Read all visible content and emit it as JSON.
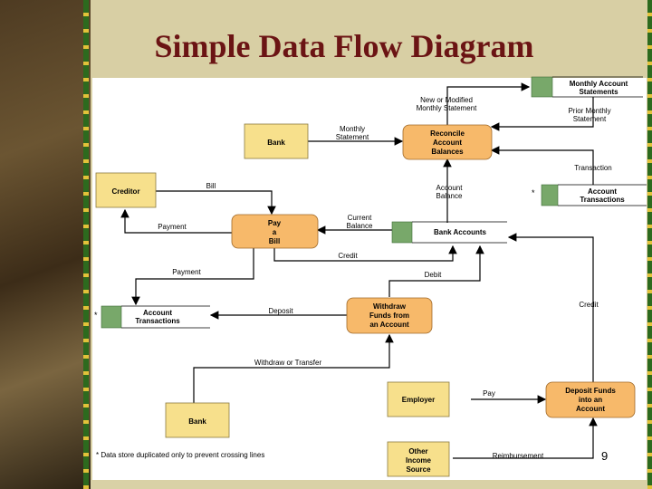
{
  "slide": {
    "title": "Simple Data Flow Diagram",
    "page_number": "9"
  },
  "entities": {
    "bank": "Bank",
    "creditor": "Creditor",
    "bank_bottom": "Bank",
    "employer": "Employer",
    "other_income": [
      "Other",
      "Income",
      "Source"
    ]
  },
  "processes": {
    "reconcile": [
      "Reconcile",
      "Account",
      "Balances"
    ],
    "pay_bill": [
      "Pay",
      "a",
      "Bill"
    ],
    "withdraw": [
      "Withdraw",
      "Funds from",
      "an Account"
    ],
    "deposit": [
      "Deposit Funds",
      "into an",
      "Account"
    ]
  },
  "data_stores": {
    "monthly_statements": [
      "Monthly Account",
      "Statements"
    ],
    "account_transactions_right": [
      "Account",
      "Transactions"
    ],
    "bank_accounts": "Bank Accounts",
    "account_transactions_left": [
      "Account",
      "Transactions"
    ]
  },
  "flows": {
    "new_modified": [
      "New or Modified",
      "Monthly Statement"
    ],
    "monthly_statement": [
      "Monthly",
      "Statement"
    ],
    "prior_monthly": [
      "Prior Monthly",
      "Statement"
    ],
    "transaction": "Transaction",
    "account_balance": [
      "Account",
      "Balance"
    ],
    "bill": "Bill",
    "payment_creditor": "Payment",
    "current_balance": [
      "Current",
      "Balance"
    ],
    "credit_mid": "Credit",
    "payment_left": "Payment",
    "debit": "Debit",
    "credit_right": "Credit",
    "deposit": "Deposit",
    "withdraw_transfer": "Withdraw or Transfer",
    "pay": "Pay",
    "reimbursement": "Reimbursement"
  },
  "markers": {
    "star_right": "*",
    "star_left": "*"
  },
  "footnote": "* Data store duplicated only to prevent crossing lines",
  "colors": {
    "entity_fill": "#f7e08c",
    "process_fill": "#f7b96a",
    "store_marker": "#78a86a",
    "title": "#6b1414"
  }
}
